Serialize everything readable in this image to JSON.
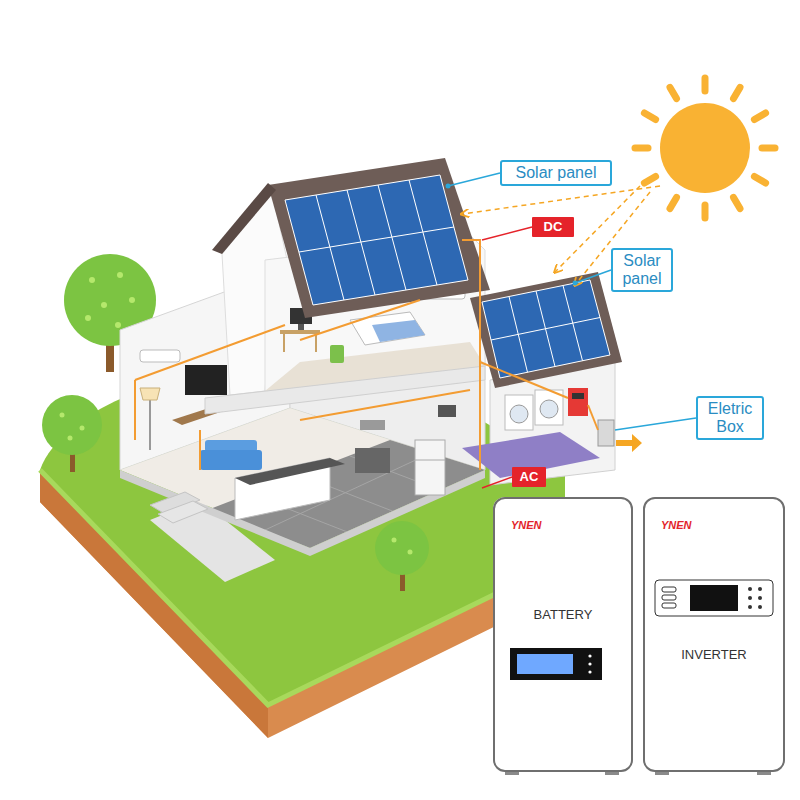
{
  "diagram": {
    "nodes": [
      {
        "text": [
          "Solar panel"
        ]
      },
      {
        "text": [
          "DC"
        ]
      },
      {
        "text": [
          "Solar panel"
        ]
      },
      {
        "text": [
          "Eletric Box"
        ]
      },
      {
        "text": [
          "AC"
        ]
      },
      {
        "text": [
          "YNEN",
          "BATTERY"
        ]
      },
      {
        "text": [
          "YNEN",
          "INVERTER"
        ]
      }
    ]
  }
}
